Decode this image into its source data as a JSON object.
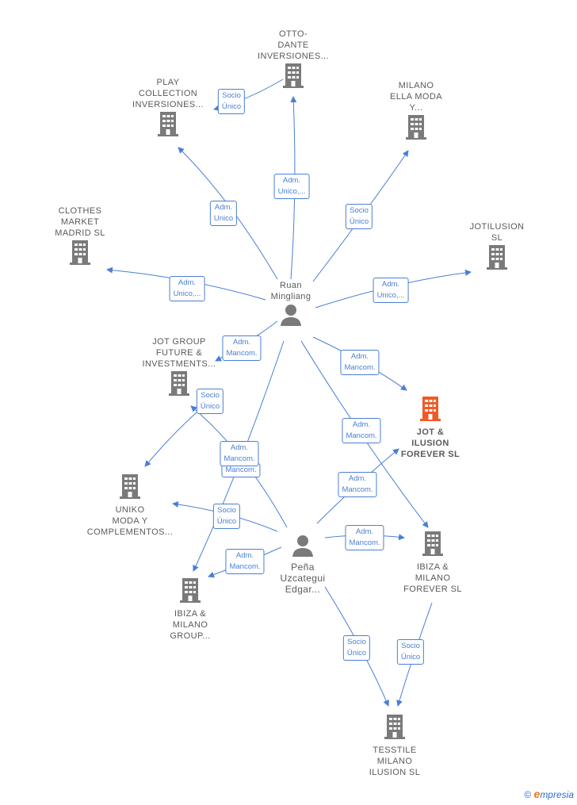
{
  "colors": {
    "edge": "#4a7fd4",
    "building": "#7a7a7a",
    "building_highlight": "#f05a28",
    "person": "#7a7a7a",
    "label": "#5a5a5a"
  },
  "nodes": {
    "otto_dante": {
      "label": "OTTO-\nDANTE\nINVERSIONES...",
      "icon": "building-icon"
    },
    "play_collection": {
      "label": "PLAY\nCOLLECTION\nINVERSIONES...",
      "icon": "building-icon"
    },
    "milano_ella": {
      "label": "MILANO\nELLA MODA\nY...",
      "icon": "building-icon"
    },
    "clothes_market": {
      "label": "CLOTHES\nMARKET\nMADRID  SL",
      "icon": "building-icon"
    },
    "jotilusion": {
      "label": "JOTILUSION\nSL",
      "icon": "building-icon"
    },
    "ruan": {
      "label": "Ruan\nMingliang",
      "icon": "person-icon"
    },
    "jot_group": {
      "label": "JOT GROUP\nFUTURE &\nINVESTMENTS...",
      "icon": "building-icon"
    },
    "jot_ilusion": {
      "label": "JOT &\nILUSION\nFOREVER  SL",
      "icon": "building-icon-highlight"
    },
    "uniko": {
      "label": "UNIKO\nMODA Y\nCOMPLEMENTOS...",
      "icon": "building-icon"
    },
    "pena": {
      "label": "Peña\nUzcategui\nEdgar...",
      "icon": "person-icon"
    },
    "ibiza_forever": {
      "label": "IBIZA &\nMILANO\nFOREVER  SL",
      "icon": "building-icon"
    },
    "ibiza_group": {
      "label": "IBIZA &\nMILANO\nGROUP...",
      "icon": "building-icon"
    },
    "tesstile": {
      "label": "TESSTILE\nMILANO\nILUSION  SL",
      "icon": "building-icon"
    }
  },
  "relations": {
    "r_play_socio": "Socio\nÚnico",
    "r_otto_adm": "Adm.\nUnico,...",
    "r_play_adm": "Adm.\nUnico",
    "r_milano_socio": "Socio\nÚnico",
    "r_clothes_adm": "Adm.\nUnico,...",
    "r_jotil_adm": "Adm.\nUnico,...",
    "r_jotgroup_mancom": "Adm.\nMancom.",
    "r_jotil_forever_mancom": "Adm.\nMancom.",
    "r_uniko_socio_jg": "Socio\nÚnico",
    "r_ibiza_f_mancom_r": "Adm.\nMancom.",
    "r_mancom_mid1": "Adm.\nMancom.",
    "r_mancom_mid2": "Mancom.",
    "r_pena_jot_mancom": "Adm.\nMancom.",
    "r_uniko_socio_p": "Socio\nÚnico",
    "r_pena_ibiza_f": "Adm.\nMancom.",
    "r_pena_ibiza_g": "Adm.\nMancom.",
    "r_tess_socio1": "Socio\nÚnico",
    "r_tess_socio2": "Socio\nÚnico"
  },
  "footer": {
    "symbol": "©",
    "e_letter": "e",
    "brand": "mpresia"
  }
}
